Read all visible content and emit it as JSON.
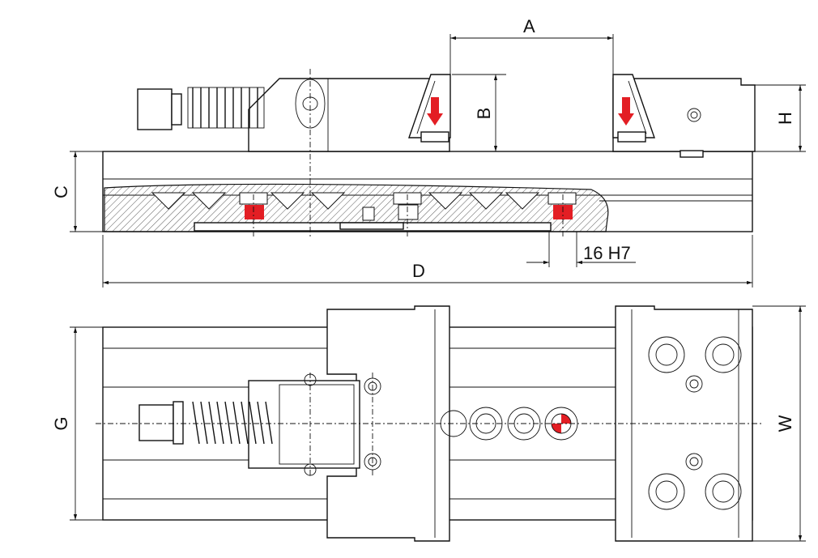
{
  "dimensions": {
    "A": "A",
    "B": "B",
    "C": "C",
    "D": "D",
    "H": "H",
    "G": "G",
    "W": "W",
    "slot": "16 H7"
  },
  "colors": {
    "line": "#111111",
    "marker": "#e31e24",
    "hatch": "#333333"
  }
}
